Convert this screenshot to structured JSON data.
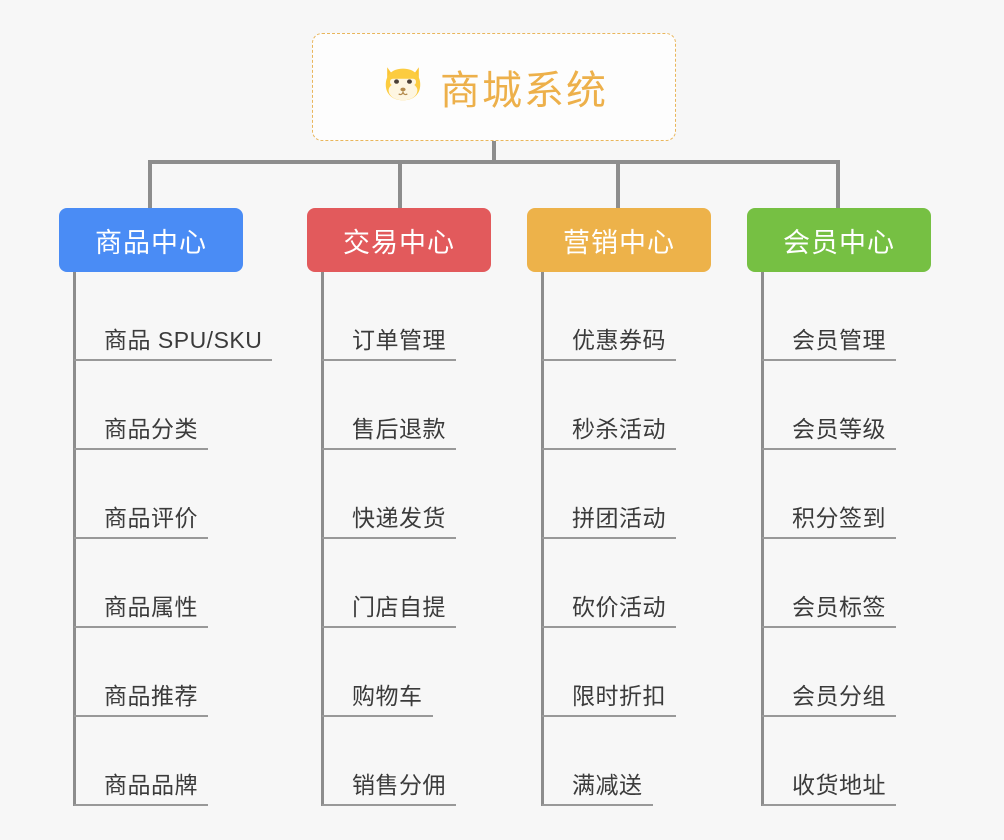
{
  "root": {
    "icon": "shiba-dog-face",
    "icon_glyph": "🐶",
    "title": "商城系统",
    "title_color": "#edb04a",
    "border_color": "#e9b65c"
  },
  "canvas": {
    "background": "#f7f7f7",
    "connector_color": "#8d8d8d",
    "underline_color": "#999999"
  },
  "columns": [
    {
      "header": "商品中心",
      "color": "#4a8cf5",
      "items": [
        "商品 SPU/SKU",
        "商品分类",
        "商品评价",
        "商品属性",
        "商品推荐",
        "商品品牌"
      ]
    },
    {
      "header": "交易中心",
      "color": "#e25a5c",
      "items": [
        "订单管理",
        "售后退款",
        "快递发货",
        "门店自提",
        "购物车",
        "销售分佣"
      ]
    },
    {
      "header": "营销中心",
      "color": "#edb24a",
      "items": [
        "优惠券码",
        "秒杀活动",
        "拼团活动",
        "砍价活动",
        "限时折扣",
        "满减送"
      ]
    },
    {
      "header": "会员中心",
      "color": "#76c council",
      "items": [
        "会员管理",
        "会员等级",
        "积分签到",
        "会员标签",
        "会员分组",
        "收货地址"
      ]
    }
  ]
}
